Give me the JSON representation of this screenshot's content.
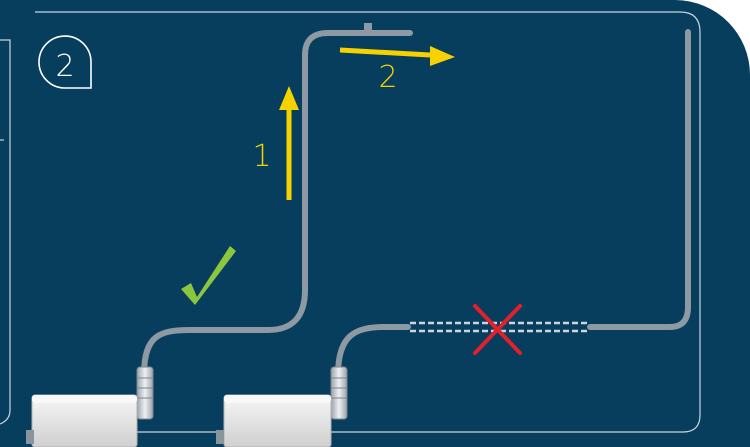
{
  "diagram": {
    "step_badge": "2",
    "arrow_labels": {
      "up": "1",
      "right": "2"
    },
    "colors": {
      "background": "#073e5d",
      "outline": "#c9d6df",
      "pipe": "#8d99a3",
      "arrow": "#f6d200",
      "check": "#8cc63f",
      "cross": "#e3202a",
      "pump_body": "#e9e9e9"
    },
    "icons": {
      "correct": "check-mark-icon",
      "incorrect": "cross-mark-icon"
    }
  }
}
